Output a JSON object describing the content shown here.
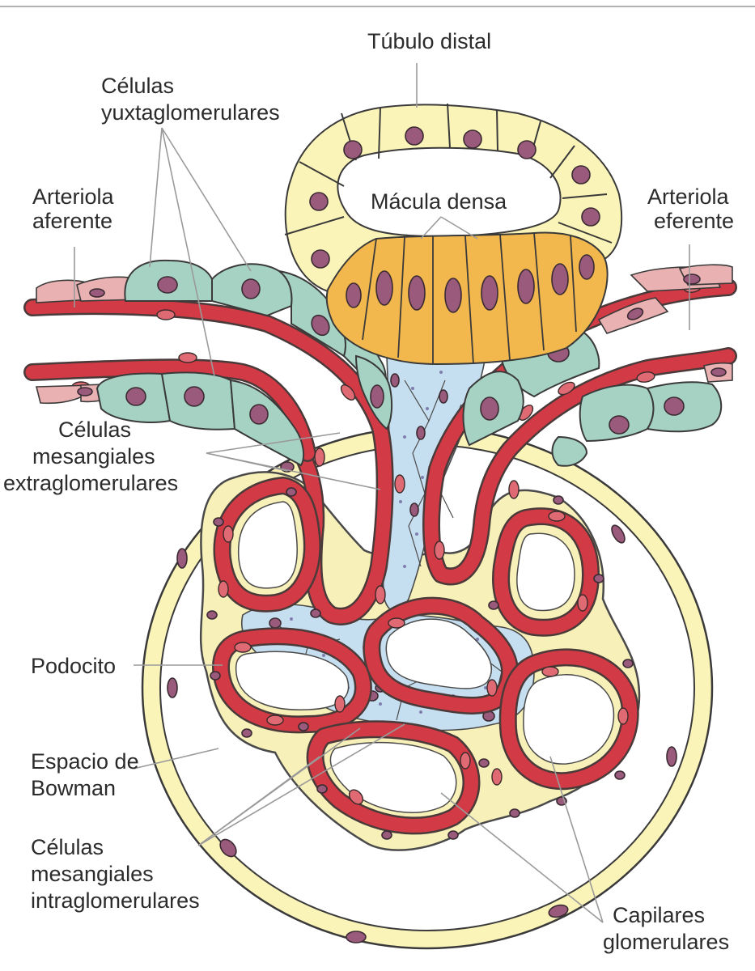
{
  "diagram": {
    "labels": {
      "tubulo_distal": "Túbulo distal",
      "celulas_yuxta_1": "Células",
      "celulas_yuxta_2": "yuxtaglomerulares",
      "arteriola_aferente_1": "Arteriola",
      "arteriola_aferente_2": "aferente",
      "macula_densa": "Mácula densa",
      "arteriola_eferente_1": "Arteriola",
      "arteriola_eferente_2": "eferente",
      "mesangiales_extra_1": "Células",
      "mesangiales_extra_2": "mesangiales",
      "mesangiales_extra_3": "extraglomerulares",
      "podocito": "Podocito",
      "espacio_bowman_1": "Espacio de",
      "espacio_bowman_2": "Bowman",
      "mesangiales_intra_1": "Células",
      "mesangiales_intra_2": "mesangiales",
      "mesangiales_intra_3": "intraglomerulares",
      "capilares_1": "Capilares",
      "capilares_2": "glomerulares"
    },
    "colors": {
      "capillary": "#d23a45",
      "juxtaglomerular_cells": "#a5d2c2",
      "macula_densa": "#f2b84e",
      "tubule_cells": "#fbf4b8",
      "mesangium": "#c6dff0",
      "nucleus": "#9a5a7c"
    }
  }
}
